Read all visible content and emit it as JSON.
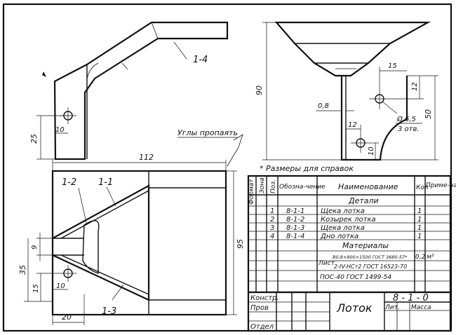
{
  "views": {
    "bent_top": {
      "callout": "1-4",
      "dim_width": "10",
      "dim_height": "25"
    },
    "right": {
      "dim_total_height": "90",
      "dim_right_height": "50",
      "dim_top_width": "15",
      "dim_top_height": "12",
      "dim_left_offset": "12",
      "dim_bottom_offset": "10",
      "dim_thickness": "0,8",
      "hole_diameter": "Ø 6,5",
      "hole_count": "3 отв."
    },
    "plan": {
      "callouts": [
        "1-2",
        "1-1",
        "1-3"
      ],
      "note_corners": "Углы пропаять",
      "dim_top_length": "112",
      "dim_right_height": "95",
      "dim_left_width": "9",
      "dim_left_height": "35",
      "dim_left_bottom": "15",
      "dim_hole_offset": "10",
      "dim_bottom_width": "20"
    },
    "reference_note": "* Размеры для справок"
  },
  "spec": {
    "headers": {
      "format": "Формат",
      "zone": "Зона",
      "pos": "Поз.",
      "designation": "Обозна-чение",
      "name": "Наименование",
      "qty": "Кол",
      "note": "Приме-чание"
    },
    "section_details": "Детали",
    "rows": [
      {
        "pos": "1",
        "designation": "8-1-1",
        "name": "Щека лотка",
        "qty": "1"
      },
      {
        "pos": "2",
        "designation": "8-1-2",
        "name": "Козырек лотка",
        "qty": "1"
      },
      {
        "pos": "3",
        "designation": "8-1-3",
        "name": "Щека лотка",
        "qty": "1"
      },
      {
        "pos": "4",
        "designation": "8-1-4",
        "name": "Дно лотка",
        "qty": "1"
      }
    ],
    "section_materials": "Материалы",
    "material_prefix": "Лист",
    "material_line1": "В0,8×800×1500 ГОСТ 3680-57*",
    "material_line2": "2-IV-НСт2 ГОСТ 16523-70",
    "material_qty": "0,2",
    "material_unit": "м²",
    "solder": "ПОС-40 ГОСТ 1499-54"
  },
  "title_block": {
    "row1": "Констр.",
    "row2": "Пров",
    "row3": "Отдел",
    "name": "Лоток",
    "number": "8 - 1 - 0",
    "lit": "Лит.",
    "mass": "Масса"
  }
}
